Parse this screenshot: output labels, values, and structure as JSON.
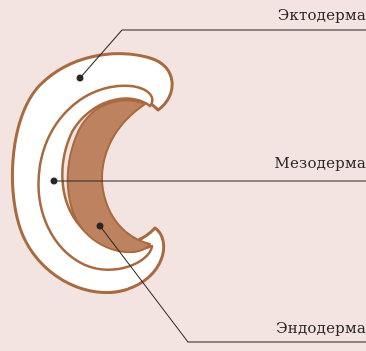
{
  "labels": {
    "ectoderm": "Эктодерма",
    "mesoderm": "Мезодерма",
    "endoderm": "Эндодерма"
  },
  "colors": {
    "background": "#f3e4e2",
    "outline": "#a86a3e",
    "layer_fill": "#ffffff",
    "endoderm_fill": "#bd8260",
    "leader_line": "#2a2624"
  }
}
